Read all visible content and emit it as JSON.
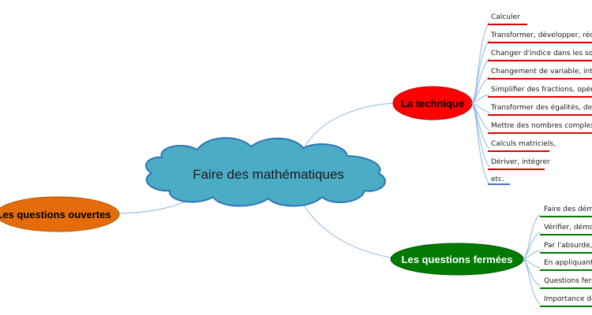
{
  "central": {
    "label": "Faire des mathématiques"
  },
  "branches": {
    "technique": {
      "label": "La technique",
      "fill": "#ff0000",
      "items": [
        "Calculer",
        "Transformer, développer, rédu",
        "Changer d'indice dans les somr",
        "Changement de variable, intégr",
        "Simplifier des fractions, opérati",
        "Transformer des égalités, des ir",
        "Mettre des nombres complexe",
        "Calculs matriciels,",
        "Dériver, intégrer",
        "etc."
      ]
    },
    "fermees": {
      "label": "Les questions fermées",
      "fill": "#007a00",
      "items": [
        "Faire des démo",
        "Vérifier, démor",
        "Par l'absurde, p",
        "En appliquant c",
        "Questions ferm",
        "Importance de"
      ]
    },
    "ouvertes": {
      "label": "Les questions ouvertes",
      "fill": "#e46c0a"
    }
  },
  "colors": {
    "cloud_fill": "#4bacc6",
    "cloud_stroke": "#2e75b6",
    "connector": "#8eb4e3",
    "underline_red": "#e00000",
    "underline_green": "#007a00",
    "underline_last": "#4472c4"
  }
}
